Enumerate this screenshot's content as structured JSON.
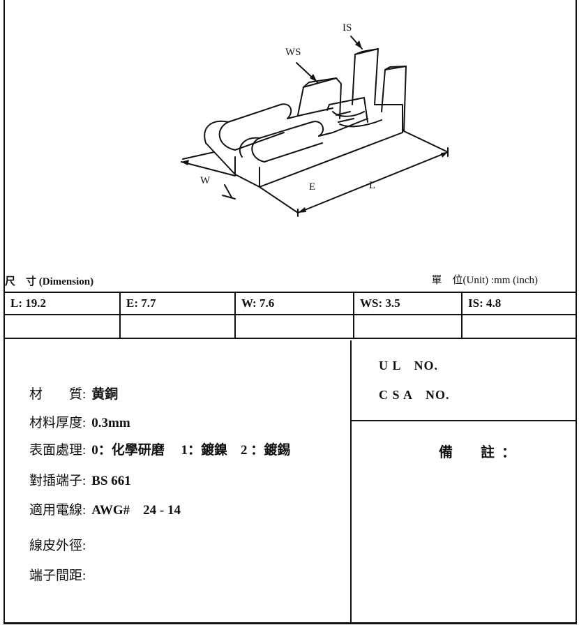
{
  "drawing": {
    "labels": {
      "is": "IS",
      "ws": "WS",
      "w": "W",
      "e": "E",
      "l": "L"
    }
  },
  "dimension_title": "尺　寸 (Dimension)",
  "unit_label": "單　位(Unit) :mm (inch)",
  "dimensions": [
    {
      "label": "L: 19.2"
    },
    {
      "label": "E: 7.7"
    },
    {
      "label": "W: 7.6"
    },
    {
      "label": "WS: 3.5"
    },
    {
      "label": "IS: 4.8"
    }
  ],
  "specs": [
    {
      "key": "材　　質:",
      "value": "黄銅"
    },
    {
      "key": "材料厚度:",
      "value": "0.3mm"
    },
    {
      "key": "表面處理:",
      "value": "0：化學研磨　 1：鍍鎳　2 ：鍍錫"
    },
    {
      "key": "對插端子:",
      "value": "BS 661"
    },
    {
      "key": "適用電線:",
      "value": "AWG#　24 - 14"
    },
    {
      "key": "線皮外徑:",
      "value": ""
    },
    {
      "key": "端子間距:",
      "value": ""
    }
  ],
  "certs": {
    "ul": "U L　NO.",
    "csa": "C S A　NO."
  },
  "remarks_label": "備　註："
}
